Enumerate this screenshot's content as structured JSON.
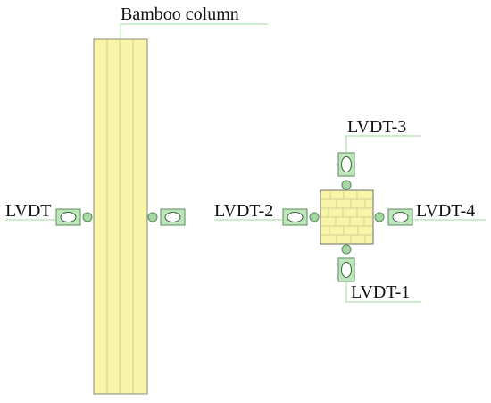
{
  "labels": {
    "column": "Bamboo column",
    "lvdt_side": "LVDT",
    "lvdt_1": "LVDT-1",
    "lvdt_2": "LVDT-2",
    "lvdt_3": "LVDT-3",
    "lvdt_4": "LVDT-4"
  },
  "colors": {
    "bamboo": "#f8f4a8",
    "lvdt": "#bde6bd",
    "leader": "#9fd89f"
  }
}
